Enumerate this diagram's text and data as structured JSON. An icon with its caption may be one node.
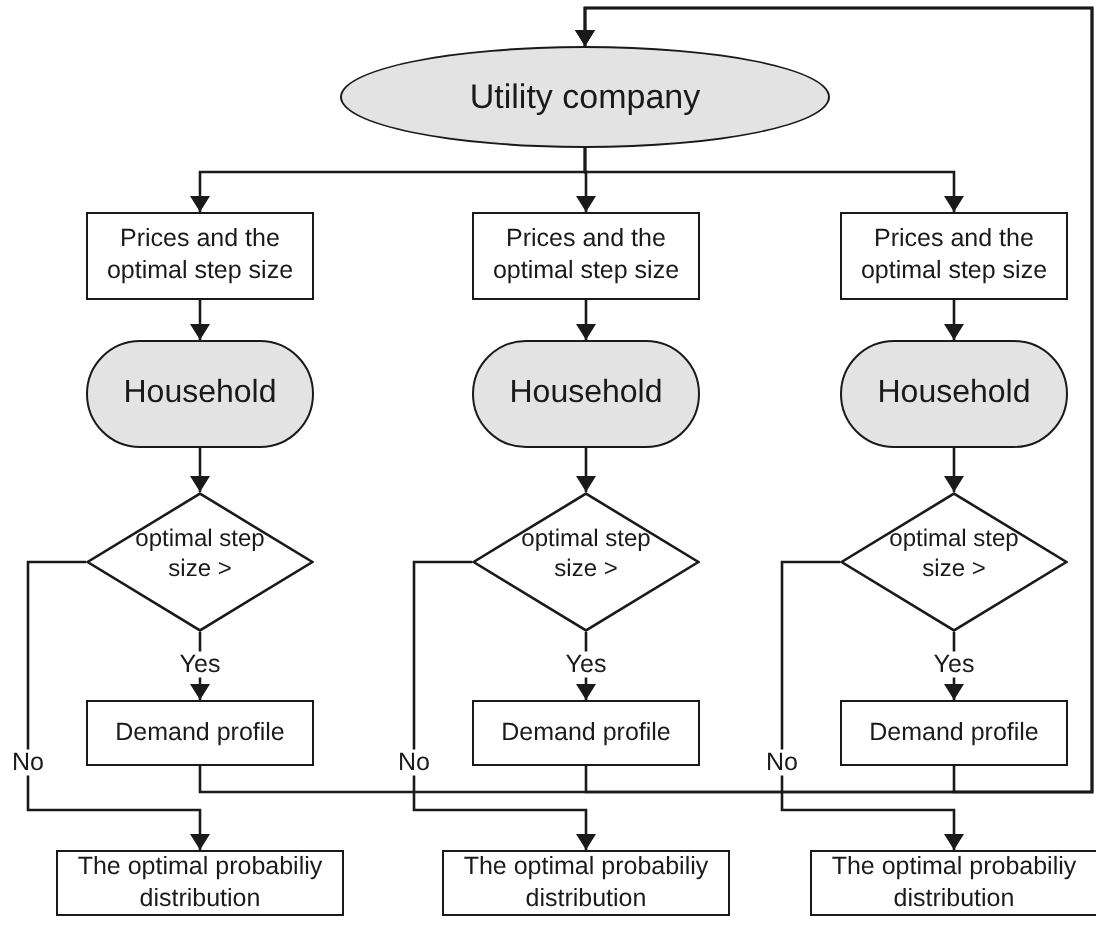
{
  "diagram": {
    "nodes": [
      {
        "text": [
          "Utility company"
        ]
      },
      {
        "text": [
          "Prices and the optimal step size"
        ]
      },
      {
        "text": [
          "Prices and the optimal step size"
        ]
      },
      {
        "text": [
          "Prices and the optimal step size"
        ]
      },
      {
        "text": [
          "Household"
        ]
      },
      {
        "text": [
          "Household"
        ]
      },
      {
        "text": [
          "Household"
        ]
      },
      {
        "text": [
          "optimal step size >"
        ]
      },
      {
        "text": [
          "optimal step size >"
        ]
      },
      {
        "text": [
          "optimal step size >"
        ]
      },
      {
        "text": [
          "Demand profile"
        ]
      },
      {
        "text": [
          "Demand profile"
        ]
      },
      {
        "text": [
          "Demand profile"
        ]
      },
      {
        "text": [
          "The optimal probabiliy distribution"
        ]
      },
      {
        "text": [
          "The optimal probabiliy distribution"
        ]
      },
      {
        "text": [
          "The optimal probabiliy distribution"
        ]
      }
    ],
    "edges": [
      {
        "from": 0,
        "to": 1,
        "arrow": "to"
      },
      {
        "from": 0,
        "to": 2,
        "arrow": "to"
      },
      {
        "from": 0,
        "to": 3,
        "arrow": "to"
      },
      {
        "from": 1,
        "to": 4,
        "arrow": "to"
      },
      {
        "from": 2,
        "to": 5,
        "arrow": "to"
      },
      {
        "from": 3,
        "to": 6,
        "arrow": "to"
      },
      {
        "from": 4,
        "to": 7,
        "arrow": "to"
      },
      {
        "from": 5,
        "to": 8,
        "arrow": "to"
      },
      {
        "from": 6,
        "to": 9,
        "arrow": "to"
      },
      {
        "from": 7,
        "to": 10,
        "arrow": "to",
        "label": "Yes"
      },
      {
        "from": 8,
        "to": 11,
        "arrow": "to",
        "label": "Yes"
      },
      {
        "from": 9,
        "to": 12,
        "arrow": "to",
        "label": "Yes"
      },
      {
        "from": 7,
        "to": 13,
        "arrow": "to",
        "label": "No"
      },
      {
        "from": 8,
        "to": 14,
        "arrow": "to",
        "label": "No"
      },
      {
        "from": 9,
        "to": 15,
        "arrow": "to",
        "label": "No"
      },
      {
        "from": 10,
        "to": 0,
        "arrow": "to"
      },
      {
        "from": 11,
        "to": 0,
        "arrow": "to"
      },
      {
        "from": 12,
        "to": 0,
        "arrow": "to"
      }
    ]
  }
}
